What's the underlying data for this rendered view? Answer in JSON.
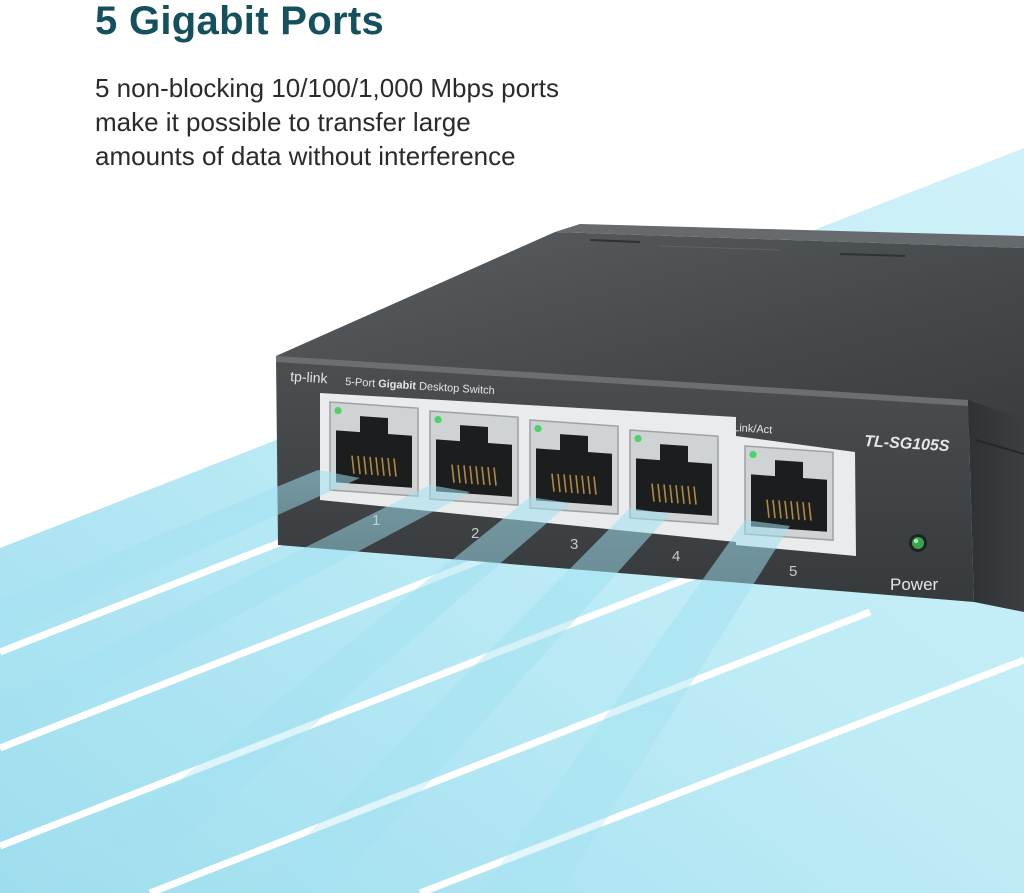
{
  "headline": "5 Gigabit Ports",
  "description_lines": [
    "5 non-blocking 10/100/1,000 Mbps ports",
    "make it possible to transfer large",
    "amounts of data without interference"
  ],
  "device": {
    "brand": "tp-link",
    "series_prefix": "5-Port",
    "series_bold": "Gigabit",
    "series_suffix": "Desktop Switch",
    "model": "TL-SG105S",
    "led_label": "Link/Act",
    "power_label": "Power",
    "port_labels": [
      "1",
      "2",
      "3",
      "4",
      "5"
    ]
  },
  "colors": {
    "headline": "#15505e",
    "stream": "#a9e3f1",
    "chassis": "#3e4142",
    "led_green": "#4ed06a"
  }
}
